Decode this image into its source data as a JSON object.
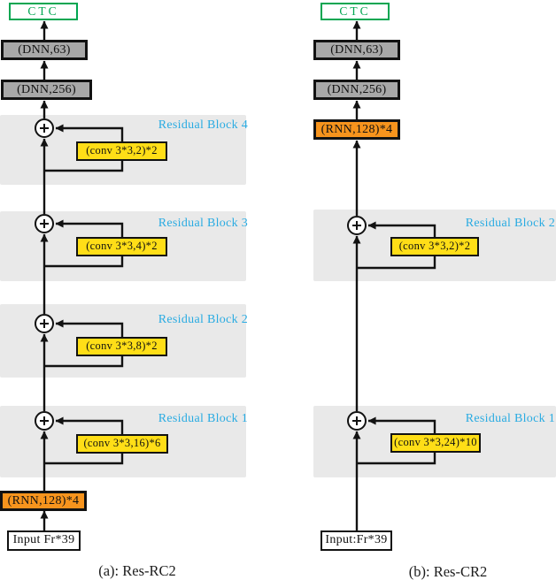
{
  "figure": {
    "caption_a": "(a): Res-RC2",
    "caption_b": "(b): Res-CR2"
  },
  "colors": {
    "ctc_green": "#00a651",
    "dnn_gray": "#a8a8a8",
    "rnn_orange": "#f7941d",
    "conv_yellow": "#ffde17",
    "block_label_blue": "#29abe2",
    "band_gray": "#e9e9e9",
    "line_black": "#121212"
  },
  "diagram_a": {
    "ctc": "CTC",
    "dnn_top": "(DNN,63)",
    "dnn_bottom": "(DNN,256)",
    "rnn": "(RNN,128)*4",
    "input": "Input Fr*39",
    "blocks": [
      {
        "label": "Residual Block 4",
        "conv": "(conv 3*3,2)*2"
      },
      {
        "label": "Residual Block 3",
        "conv": "(conv 3*3,4)*2"
      },
      {
        "label": "Residual Block 2",
        "conv": "(conv 3*3,8)*2"
      },
      {
        "label": "Residual Block 1",
        "conv": "(conv 3*3,16)*6"
      }
    ]
  },
  "diagram_b": {
    "ctc": "CTC",
    "dnn_top": "(DNN,63)",
    "dnn_bottom": "(DNN,256)",
    "rnn": "(RNN,128)*4",
    "input": "Input:Fr*39",
    "blocks": [
      {
        "label": "Residual Block 2",
        "conv": "(conv 3*3,2)*2"
      },
      {
        "label": "Residual Block 1",
        "conv": "(conv 3*3,24)*10"
      }
    ]
  }
}
